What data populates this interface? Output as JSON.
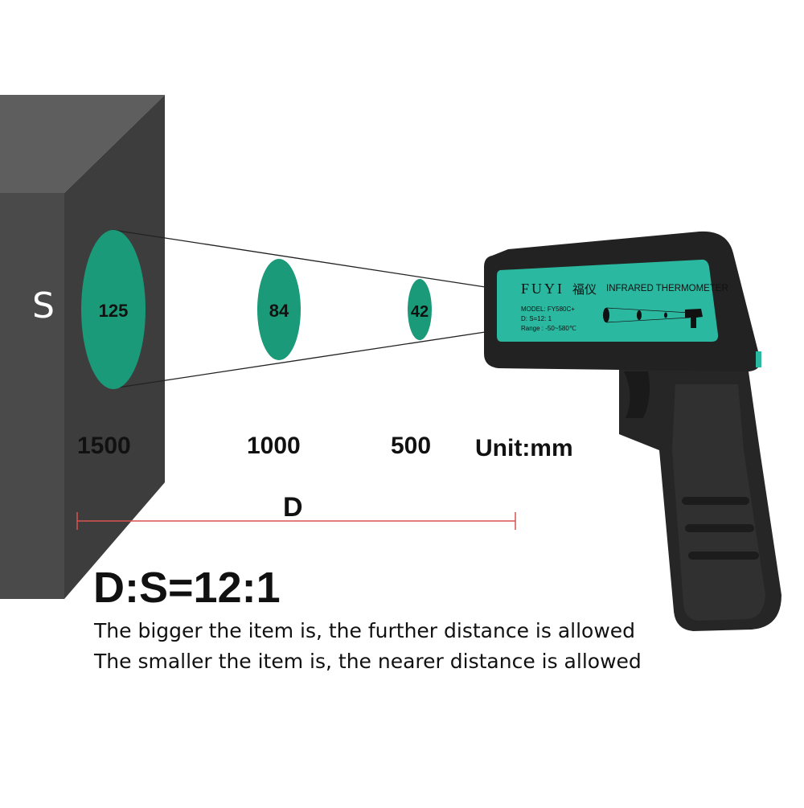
{
  "diagram": {
    "size_label": "S",
    "spots": [
      {
        "value": "125",
        "distance": "1500"
      },
      {
        "value": "84",
        "distance": "1000"
      },
      {
        "value": "42",
        "distance": "500"
      }
    ],
    "unit": "Unit:mm",
    "distance_label": "D",
    "ratio": "D:S=12:1",
    "notes": [
      "The bigger the item is, the further distance is allowed",
      "The smaller the item is, the nearer distance is allowed"
    ],
    "colors": {
      "spot": "#1a9a78",
      "device_panel": "#2bb8a0",
      "box_front": "#4a4a4a",
      "box_side": "#3a3a3a",
      "box_top": "#5e5e5e",
      "dimension_line": "#d9534f"
    }
  },
  "device": {
    "brand": "FUYI",
    "brand_cn": "福仪",
    "product": "INFRARED THERMOMETER",
    "model_line": "MODEL: FY580C+",
    "ds_line": "D: S=12: 1",
    "range_line": "Range : -50~580℃"
  }
}
